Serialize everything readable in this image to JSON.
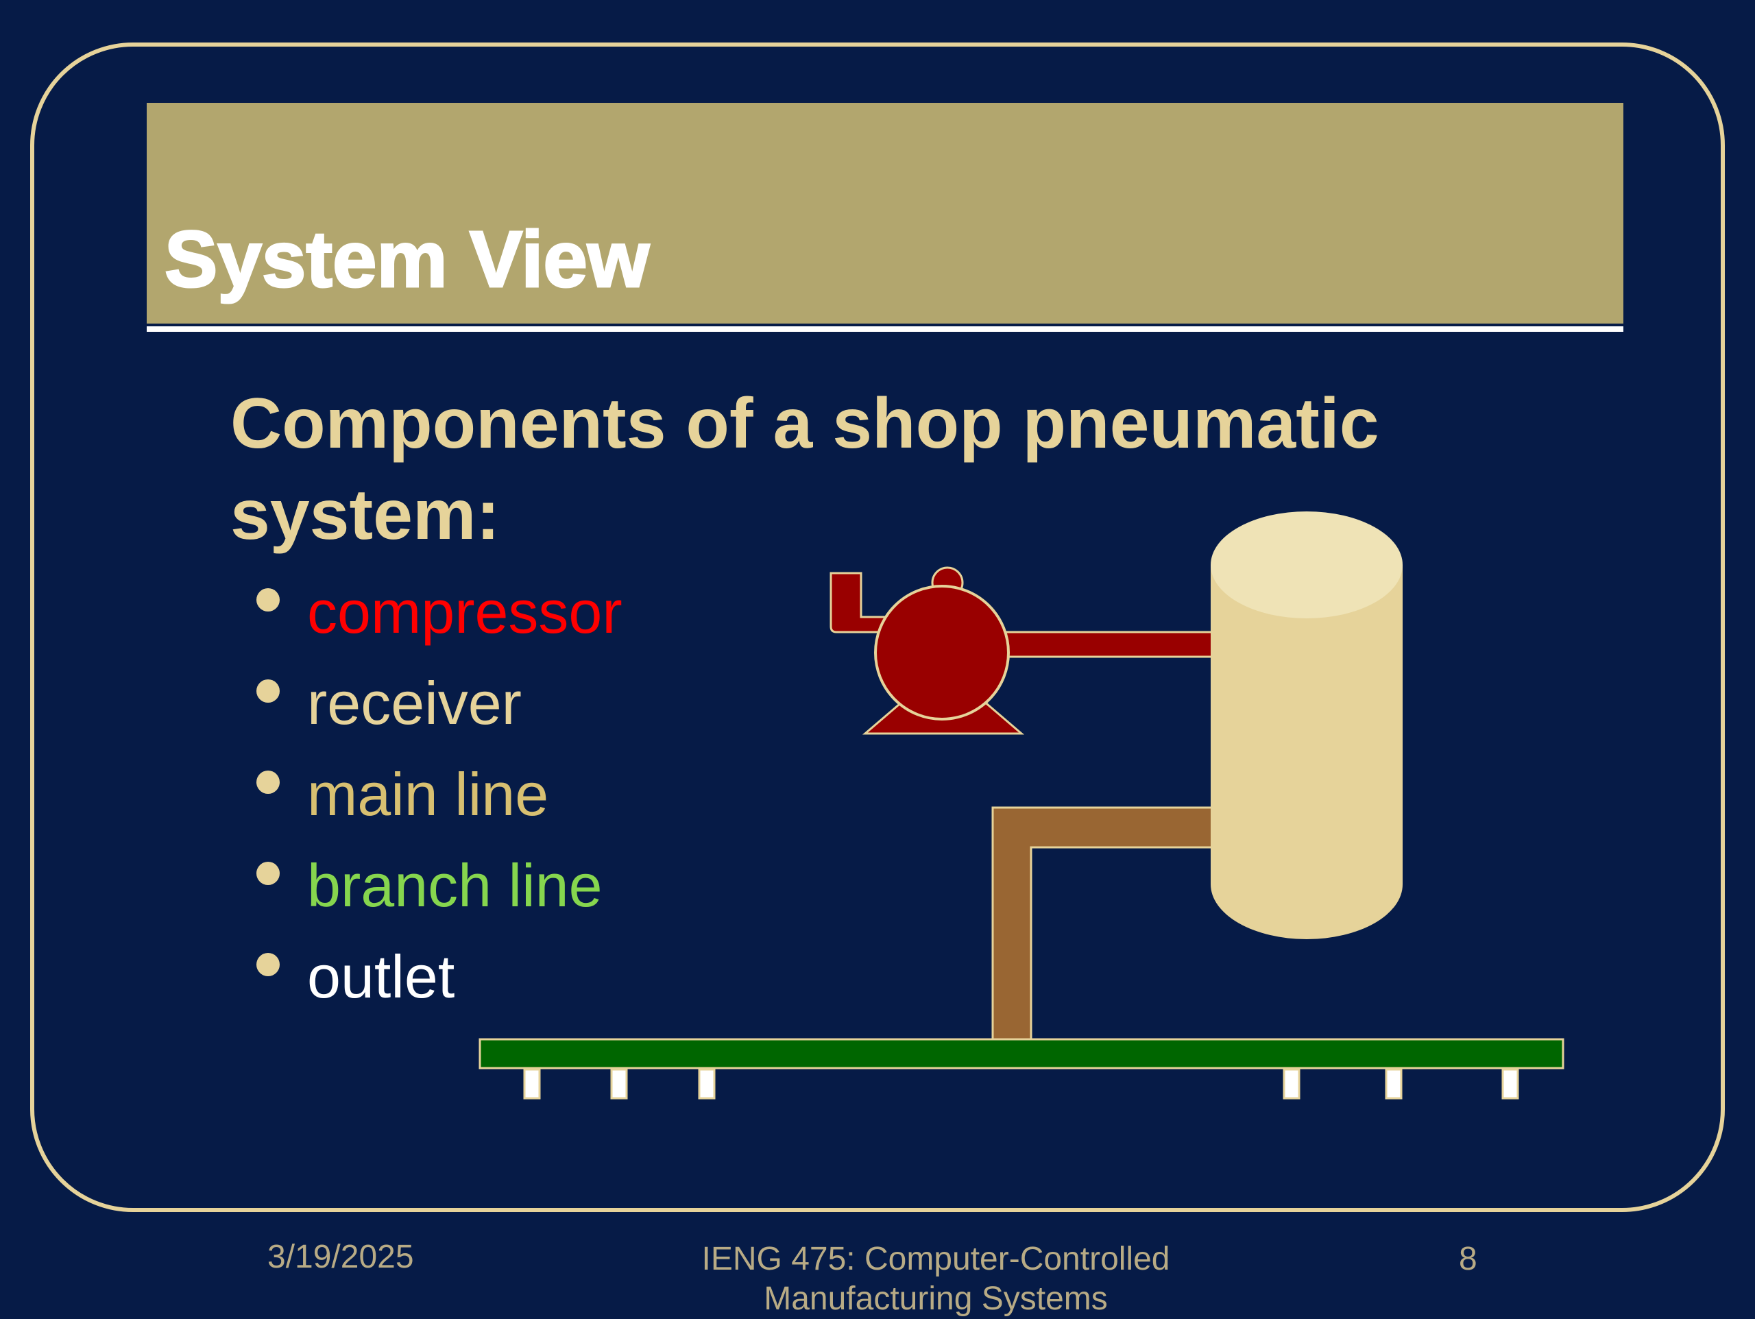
{
  "slide": {
    "title": "System View",
    "heading": "Components of a shop pneumatic system:",
    "bullets": [
      {
        "label": "compressor",
        "color": "#ff0000"
      },
      {
        "label": "receiver",
        "color": "#e6d39a"
      },
      {
        "label": "main line",
        "color": "#d8c071"
      },
      {
        "label": "branch line",
        "color": "#86d64e"
      },
      {
        "label": "outlet",
        "color": "#ffffff"
      }
    ]
  },
  "diagram": {
    "compressor_color": "#990000",
    "receiver_color": "#e6d39a",
    "main_line_color": "#996633",
    "branch_line_color": "#006600",
    "outlet_color": "#ffffff",
    "outlet_count": 6
  },
  "footer": {
    "date": "3/19/2025",
    "course": "IENG 475: Computer-Controlled Manufacturing Systems",
    "page_number": "8"
  },
  "colors": {
    "background": "#061b47",
    "accent": "#e6d39a",
    "title_bar": "#b2a66e"
  }
}
